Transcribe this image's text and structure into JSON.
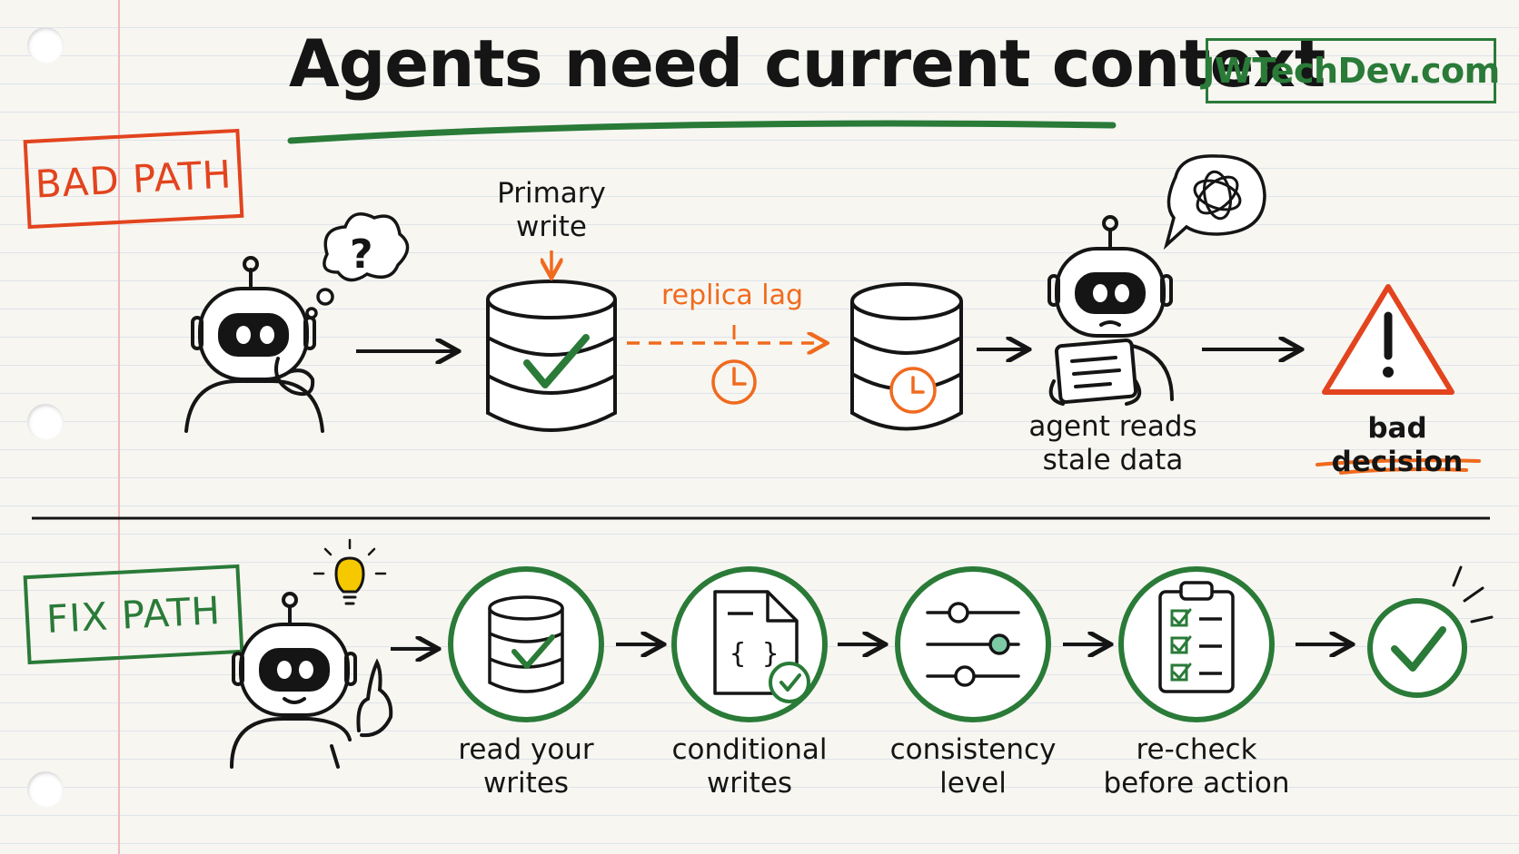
{
  "title": "Agents need current context",
  "brand": "JWTechDev.com",
  "bad_path": {
    "label": "BAD PATH",
    "primary_write": [
      "Primary",
      "write"
    ],
    "replica_lag": "replica lag",
    "agent_reads": [
      "agent reads",
      "stale data"
    ],
    "bad_decision": "bad decision"
  },
  "fix_path": {
    "label": "FIX PATH",
    "steps": [
      {
        "line1": "read your",
        "line2": "writes"
      },
      {
        "line1": "conditional",
        "line2": "writes"
      },
      {
        "line1": "consistency",
        "line2": "level"
      },
      {
        "line1": "re-check",
        "line2": "before action"
      }
    ]
  },
  "colors": {
    "ink": "#151515",
    "green": "#2a7a38",
    "orange": "#f06a1e",
    "red": "#e2441e"
  }
}
